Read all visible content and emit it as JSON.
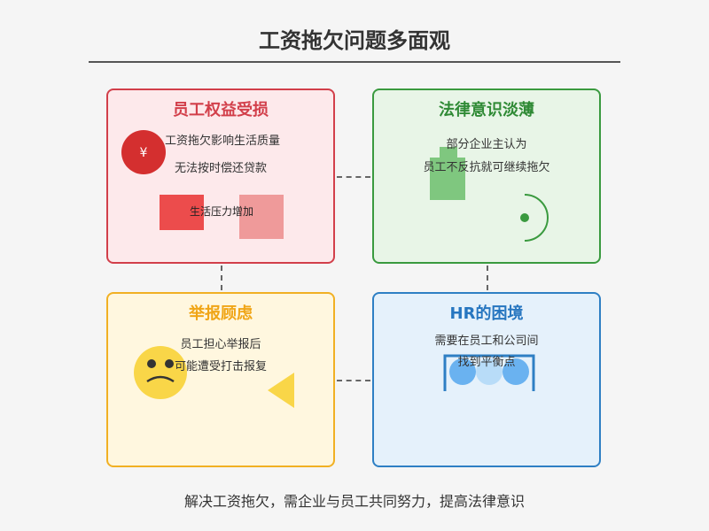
{
  "title": "工资拖欠问题多面观",
  "boxes": {
    "employee": {
      "heading": "员工权益受损",
      "line1": "工资拖欠影响生活质量",
      "line2": "无法按时偿还贷款",
      "label": "生活压力增加",
      "coin_symbol": "¥",
      "color": "#d23f4a"
    },
    "law": {
      "heading": "法律意识淡薄",
      "line1": "部分企业主认为",
      "line2": "员工不反抗就可继续拖欠",
      "color": "#3a9a3f"
    },
    "report": {
      "heading": "举报顾虑",
      "line1": "员工担心举报后",
      "line2": "可能遭受打击报复",
      "color": "#f1b023"
    },
    "hr": {
      "heading": "HR的困境",
      "line1": "需要在员工和公司间",
      "line2": "找到平衡点",
      "color": "#2e7fc4"
    }
  },
  "footer": "解决工资拖欠，需企业与员工共同努力，提高法律意识"
}
